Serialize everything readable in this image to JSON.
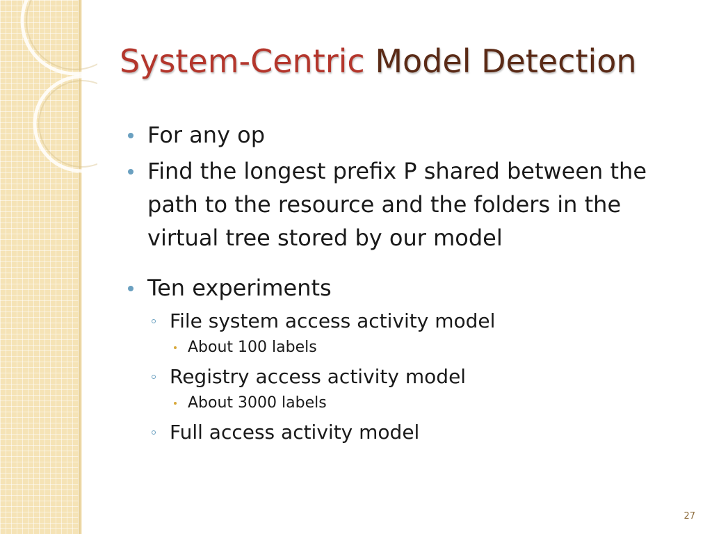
{
  "slide": {
    "title_accent": "System-Centric",
    "title_rest": "Model Detection",
    "page_number": "27",
    "colors": {
      "title_accent": "#b4362c",
      "title_rest": "#5a2a16",
      "bullet": "#6aa0c0",
      "sub_bullet": "#d7a83a",
      "side_panel": "#f5e3b6"
    },
    "bullets": [
      {
        "text": "For any op"
      },
      {
        "text": "Find the longest prefix P shared between the path to the resource and the folders in the virtual tree stored by our model"
      },
      {
        "text": "Ten experiments",
        "children": [
          {
            "text": "File system access activity model",
            "children": [
              {
                "text": "About 100 labels"
              }
            ]
          },
          {
            "text": "Registry access activity model",
            "children": [
              {
                "text": "About 3000 labels"
              }
            ]
          },
          {
            "text": "Full access activity model"
          }
        ]
      }
    ]
  }
}
